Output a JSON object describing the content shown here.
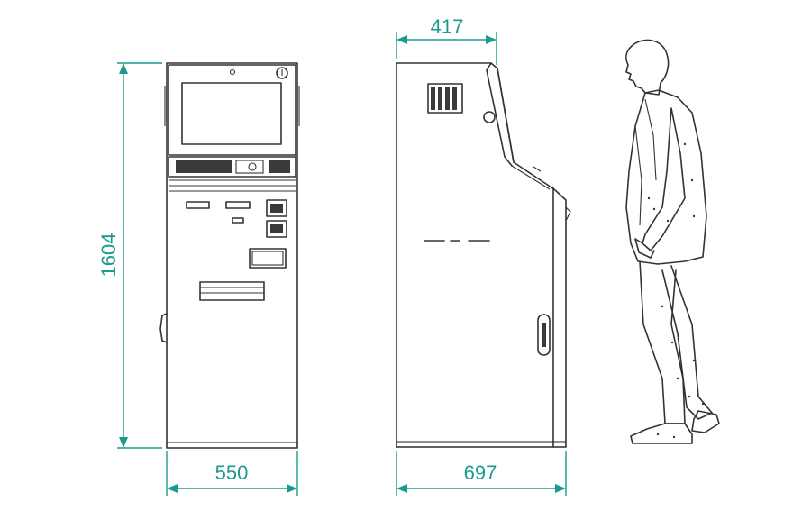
{
  "dimensions": {
    "height_front": "1604",
    "width_front": "550",
    "depth_top": "417",
    "depth_total": "697"
  },
  "colors": {
    "dimension": "#1a9b8e",
    "drawing": "#333333",
    "background": "#ffffff"
  }
}
